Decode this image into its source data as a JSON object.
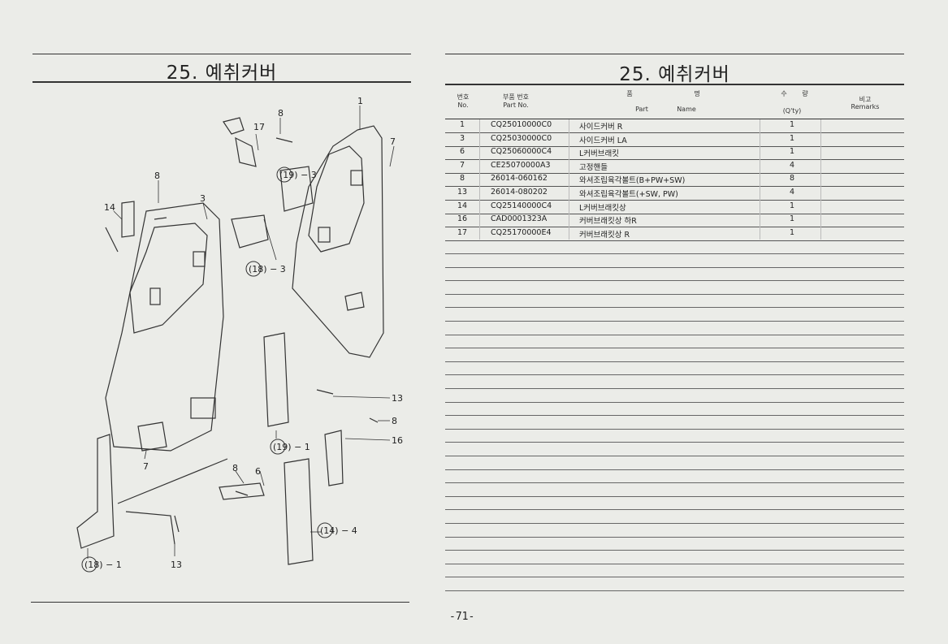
{
  "left": {
    "title": "25. 예취커버"
  },
  "right": {
    "title": "25. 예취커버"
  },
  "table": {
    "headers": {
      "no_ko": "번호",
      "no_en": "No.",
      "part_no_ko": "부품 번호",
      "part_no_en": "Part  No.",
      "name_ko_1": "품",
      "name_ko_2": "명",
      "name_en_1": "Part",
      "name_en_2": "Name",
      "qty_ko_1": "수",
      "qty_ko_2": "량",
      "qty_en": "(Q'ty)",
      "remarks_ko": "비고",
      "remarks_en": "Remarks"
    },
    "rows": [
      {
        "no": "1",
        "part": "CQ25010000C0",
        "name": "사이드커버 R",
        "qty": "1"
      },
      {
        "no": "3",
        "part": "CQ25030000C0",
        "name": "사이드커버 LA",
        "qty": "1"
      },
      {
        "no": "6",
        "part": "CQ25060000C4",
        "name": "L커버브래킷",
        "qty": "1"
      },
      {
        "no": "7",
        "part": "CE25070000A3",
        "name": "고정핸들",
        "qty": "4"
      },
      {
        "no": "8",
        "part": "26014-060162",
        "name": "와셔조립육각볼트(B+PW+SW)",
        "qty": "8"
      },
      {
        "no": "13",
        "part": "26014-080202",
        "name": "와셔조립육각볼트(+SW, PW)",
        "qty": "4"
      },
      {
        "no": "14",
        "part": "CQ25140000C4",
        "name": "L커버브래킷상",
        "qty": "1"
      },
      {
        "no": "16",
        "part": "CAD0001323A",
        "name": "커버브래킷상 하R",
        "qty": "1"
      },
      {
        "no": "17",
        "part": "CQ25170000E4",
        "name": "커버브래킷상 R",
        "qty": "1"
      }
    ]
  },
  "callouts": {
    "c1": "1",
    "c3": "3",
    "c7": "7",
    "c8a": "8",
    "c8b": "8",
    "c17": "17",
    "c14": "14",
    "c19_3": "(19) − 3",
    "c18_3": "(18) − 3",
    "c13a": "13",
    "c8c": "8",
    "c16": "16",
    "c19_1": "(19) − 1",
    "c6": "6",
    "c8d": "8",
    "c14_4": "(14) − 4",
    "c18_1": "(18) − 1",
    "c13b": "13"
  },
  "page_number": "-71-"
}
